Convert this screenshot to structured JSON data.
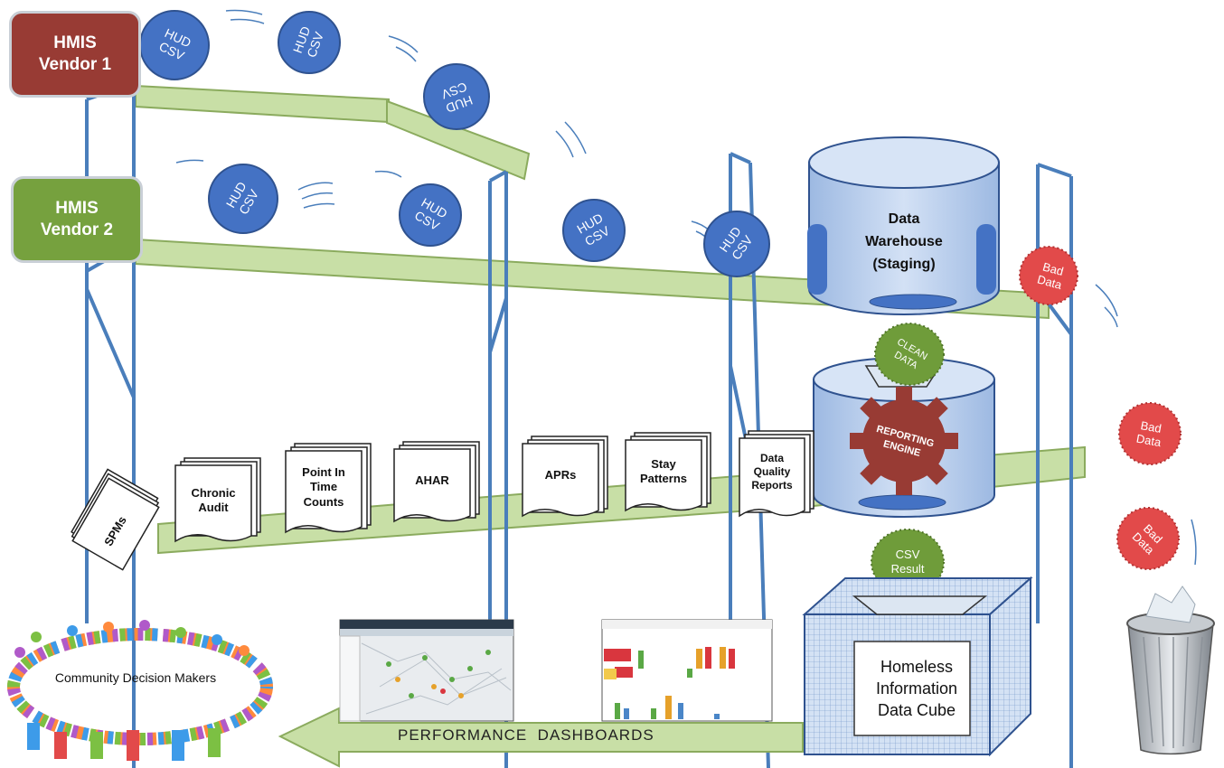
{
  "vendors": [
    {
      "line1": "HMIS",
      "line2": "Vendor 1",
      "color": "#983b34"
    },
    {
      "line1": "HMIS",
      "line2": "Vendor 2",
      "color": "#76a13e"
    }
  ],
  "hud_csv": {
    "line1": "HUD",
    "line2": "CSV",
    "color": "#4472c4"
  },
  "warehouse": {
    "line1": "Data",
    "line2": "Warehouse",
    "line3": "(Staging)"
  },
  "clean_data": {
    "line1": "CLEAN",
    "line2": "DATA",
    "color": "#6f9c3a"
  },
  "reporting_engine": {
    "line1": "REPORTING",
    "line2": "ENGINE",
    "color": "#983b34"
  },
  "csv_result": {
    "line1": "CSV",
    "line2": "Result"
  },
  "bad_data": {
    "line1": "Bad",
    "line2": "Data",
    "color": "#e24a4a"
  },
  "reports": [
    {
      "lines": [
        "SPMs"
      ]
    },
    {
      "lines": [
        "Chronic",
        "Audit"
      ]
    },
    {
      "lines": [
        "Point In",
        "Time",
        "Counts"
      ]
    },
    {
      "lines": [
        "AHAR"
      ]
    },
    {
      "lines": [
        "APRs"
      ]
    },
    {
      "lines": [
        "Stay",
        "Patterns"
      ]
    },
    {
      "lines": [
        "Data",
        "Quality",
        "Reports"
      ]
    }
  ],
  "data_cube": {
    "line1": "Homeless",
    "line2": "Information",
    "line3": "Data Cube"
  },
  "dashboards_arrow": "PERFORMANCE  DASHBOARDS",
  "community": "Community Decision Makers",
  "dashboard_screens": [
    {
      "title": "Point In Time Count Regional Command Center"
    },
    {
      "title": "Dashboard"
    }
  ],
  "colors": {
    "shelf": "#c8dfa6",
    "shelf_stroke": "#8bab5e",
    "pole": "#4a7ebb",
    "cylinder": "#bcd1ee"
  }
}
